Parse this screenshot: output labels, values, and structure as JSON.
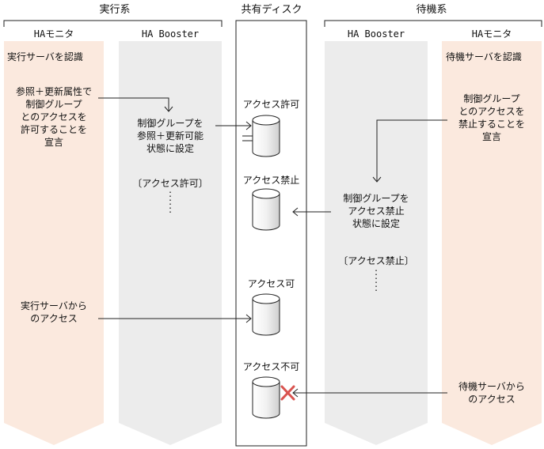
{
  "groups": {
    "active": "実行系",
    "shared": "共有ディスク",
    "standby": "待機系"
  },
  "columns": {
    "ha_monitor_left": "HAモニタ",
    "ha_booster_left": "HA Booster",
    "ha_booster_right": "HA Booster",
    "ha_monitor_right": "HAモニタ"
  },
  "active_monitor": {
    "recognize": "実行サーバを認識",
    "declare": [
      "参照＋更新属性で",
      "制御グループ",
      "とのアクセスを",
      "許可することを",
      "宣言"
    ],
    "access": [
      "実行サーバから",
      "のアクセス"
    ]
  },
  "active_booster": {
    "set_state": [
      "制御グループを",
      "参照＋更新可能",
      "状態に設定"
    ],
    "status": "〔アクセス許可〕"
  },
  "disk": {
    "labels": [
      "アクセス許可",
      "アクセス禁止",
      "アクセス可",
      "アクセス不可"
    ]
  },
  "standby_booster": {
    "set_state": [
      "制御グループを",
      "アクセス禁止",
      "状態に設定"
    ],
    "status": "〔アクセス禁止〕"
  },
  "standby_monitor": {
    "recognize": "待機サーバを認識",
    "declare": [
      "制御グループ",
      "とのアクセスを",
      "禁止することを",
      "宣言"
    ],
    "access": [
      "待機サーバから",
      "のアクセス"
    ]
  },
  "colors": {
    "monitor_fill": "#fbe9de",
    "booster_fill": "#ececec",
    "line": "#222222",
    "cross": "#d9534f"
  }
}
